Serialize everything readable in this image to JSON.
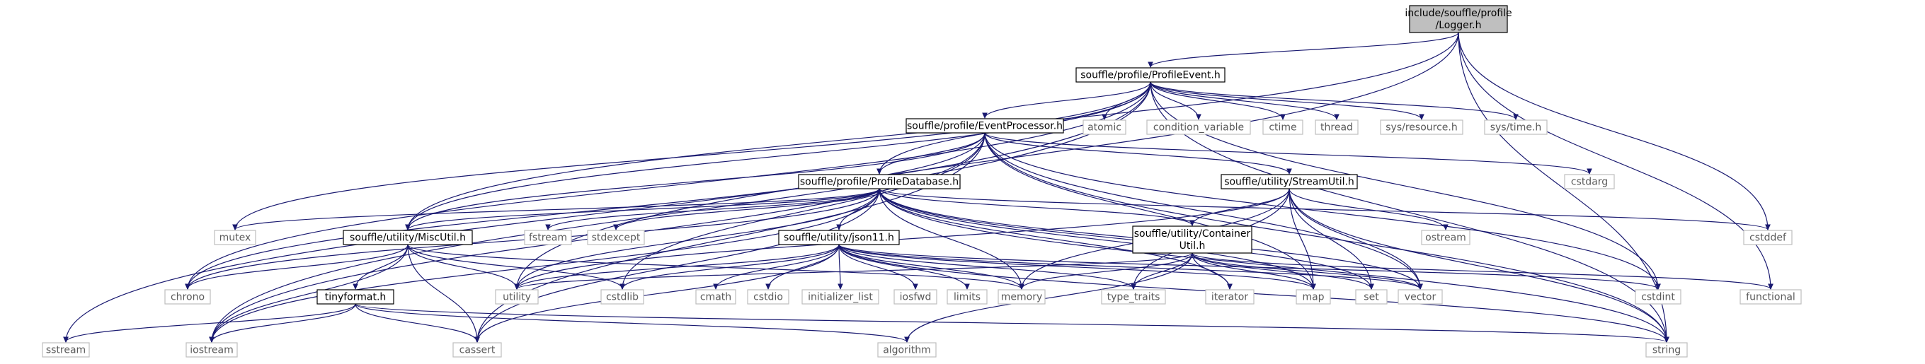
{
  "colors": {
    "edge": "#191970",
    "root_fill": "#bfbfbf",
    "internal_fill": "#ffffff",
    "internal_border": "#000000",
    "external_border": "#bfbfbf",
    "text_dark": "#000000",
    "text_light": "#5a5a5a"
  },
  "nodes": [
    {
      "id": "logger",
      "kind": "root",
      "lines": [
        "include/souffle/profile",
        "/Logger.h"
      ]
    },
    {
      "id": "profileevent",
      "kind": "internal",
      "lines": [
        "souffle/profile/ProfileEvent.h"
      ]
    },
    {
      "id": "eventprocessor",
      "kind": "internal",
      "lines": [
        "souffle/profile/EventProcessor.h"
      ]
    },
    {
      "id": "profiledatabase",
      "kind": "internal",
      "lines": [
        "souffle/profile/ProfileDatabase.h"
      ]
    },
    {
      "id": "streamutil",
      "kind": "internal",
      "lines": [
        "souffle/utility/StreamUtil.h"
      ]
    },
    {
      "id": "miscutil",
      "kind": "internal",
      "lines": [
        "souffle/utility/MiscUtil.h"
      ]
    },
    {
      "id": "json11",
      "kind": "internal",
      "lines": [
        "souffle/utility/json11.h"
      ]
    },
    {
      "id": "containerutil",
      "kind": "internal",
      "lines": [
        "souffle/utility/Container",
        "Util.h"
      ]
    },
    {
      "id": "tinyformat",
      "kind": "internal",
      "lines": [
        "tinyformat.h"
      ]
    },
    {
      "id": "atomic",
      "kind": "external",
      "lines": [
        "atomic"
      ]
    },
    {
      "id": "condition_variable",
      "kind": "external",
      "lines": [
        "condition_variable"
      ]
    },
    {
      "id": "ctime",
      "kind": "external",
      "lines": [
        "ctime"
      ]
    },
    {
      "id": "thread",
      "kind": "external",
      "lines": [
        "thread"
      ]
    },
    {
      "id": "sysresource",
      "kind": "external",
      "lines": [
        "sys/resource.h"
      ]
    },
    {
      "id": "systime",
      "kind": "external",
      "lines": [
        "sys/time.h"
      ]
    },
    {
      "id": "cstdarg",
      "kind": "external",
      "lines": [
        "cstdarg"
      ]
    },
    {
      "id": "mutex",
      "kind": "external",
      "lines": [
        "mutex"
      ]
    },
    {
      "id": "fstream",
      "kind": "external",
      "lines": [
        "fstream"
      ]
    },
    {
      "id": "stdexcept",
      "kind": "external",
      "lines": [
        "stdexcept"
      ]
    },
    {
      "id": "ostream",
      "kind": "external",
      "lines": [
        "ostream"
      ]
    },
    {
      "id": "cstddef",
      "kind": "external",
      "lines": [
        "cstddef"
      ]
    },
    {
      "id": "chrono",
      "kind": "external",
      "lines": [
        "chrono"
      ]
    },
    {
      "id": "utility",
      "kind": "external",
      "lines": [
        "utility"
      ]
    },
    {
      "id": "cstdlib",
      "kind": "external",
      "lines": [
        "cstdlib"
      ]
    },
    {
      "id": "cmath",
      "kind": "external",
      "lines": [
        "cmath"
      ]
    },
    {
      "id": "cstdio",
      "kind": "external",
      "lines": [
        "cstdio"
      ]
    },
    {
      "id": "initializer_list",
      "kind": "external",
      "lines": [
        "initializer_list"
      ]
    },
    {
      "id": "iosfwd",
      "kind": "external",
      "lines": [
        "iosfwd"
      ]
    },
    {
      "id": "limits",
      "kind": "external",
      "lines": [
        "limits"
      ]
    },
    {
      "id": "memory",
      "kind": "external",
      "lines": [
        "memory"
      ]
    },
    {
      "id": "type_traits",
      "kind": "external",
      "lines": [
        "type_traits"
      ]
    },
    {
      "id": "iterator",
      "kind": "external",
      "lines": [
        "iterator"
      ]
    },
    {
      "id": "map",
      "kind": "external",
      "lines": [
        "map"
      ]
    },
    {
      "id": "set",
      "kind": "external",
      "lines": [
        "set"
      ]
    },
    {
      "id": "vector",
      "kind": "external",
      "lines": [
        "vector"
      ]
    },
    {
      "id": "cstdint",
      "kind": "external",
      "lines": [
        "cstdint"
      ]
    },
    {
      "id": "functional",
      "kind": "external",
      "lines": [
        "functional"
      ]
    },
    {
      "id": "sstream",
      "kind": "external",
      "lines": [
        "sstream"
      ]
    },
    {
      "id": "iostream",
      "kind": "external",
      "lines": [
        "iostream"
      ]
    },
    {
      "id": "cassert",
      "kind": "external",
      "lines": [
        "cassert"
      ]
    },
    {
      "id": "algorithm",
      "kind": "external",
      "lines": [
        "algorithm"
      ]
    },
    {
      "id": "string",
      "kind": "external",
      "lines": [
        "string"
      ]
    }
  ],
  "edges": [
    [
      "logger",
      "profileevent"
    ],
    [
      "logger",
      "utility"
    ],
    [
      "logger",
      "miscutil"
    ],
    [
      "logger",
      "cstddef"
    ],
    [
      "logger",
      "functional"
    ],
    [
      "logger",
      "string"
    ],
    [
      "profileevent",
      "eventprocessor"
    ],
    [
      "profileevent",
      "profiledatabase"
    ],
    [
      "profileevent",
      "miscutil"
    ],
    [
      "profileevent",
      "atomic"
    ],
    [
      "profileevent",
      "condition_variable"
    ],
    [
      "profileevent",
      "ctime"
    ],
    [
      "profileevent",
      "thread"
    ],
    [
      "profileevent",
      "sysresource"
    ],
    [
      "profileevent",
      "systime"
    ],
    [
      "profileevent",
      "chrono"
    ],
    [
      "profileevent",
      "cstdint"
    ],
    [
      "profileevent",
      "sstream"
    ],
    [
      "profileevent",
      "iostream"
    ],
    [
      "profileevent",
      "mutex"
    ],
    [
      "profileevent",
      "string"
    ],
    [
      "eventprocessor",
      "profiledatabase"
    ],
    [
      "eventprocessor",
      "streamutil"
    ],
    [
      "eventprocessor",
      "miscutil"
    ],
    [
      "eventprocessor",
      "cstdarg"
    ],
    [
      "eventprocessor",
      "chrono"
    ],
    [
      "eventprocessor",
      "cstdint"
    ],
    [
      "eventprocessor",
      "iostream"
    ],
    [
      "eventprocessor",
      "cstdlib"
    ],
    [
      "eventprocessor",
      "cassert"
    ],
    [
      "eventprocessor",
      "map"
    ],
    [
      "eventprocessor",
      "vector"
    ],
    [
      "eventprocessor",
      "string"
    ],
    [
      "profiledatabase",
      "json11"
    ],
    [
      "profiledatabase",
      "containerutil"
    ],
    [
      "profiledatabase",
      "miscutil"
    ],
    [
      "profiledatabase",
      "mutex"
    ],
    [
      "profiledatabase",
      "fstream"
    ],
    [
      "profiledatabase",
      "stdexcept"
    ],
    [
      "profiledatabase",
      "chrono"
    ],
    [
      "profiledatabase",
      "cassert"
    ],
    [
      "profiledatabase",
      "cstddef"
    ],
    [
      "profiledatabase",
      "iostream"
    ],
    [
      "profiledatabase",
      "map"
    ],
    [
      "profiledatabase",
      "memory"
    ],
    [
      "profiledatabase",
      "set"
    ],
    [
      "profiledatabase",
      "vector"
    ],
    [
      "profiledatabase",
      "iterator"
    ],
    [
      "profiledatabase",
      "utility"
    ],
    [
      "profiledatabase",
      "string"
    ],
    [
      "streamutil",
      "containerutil"
    ],
    [
      "streamutil",
      "ostream"
    ],
    [
      "streamutil",
      "map"
    ],
    [
      "streamutil",
      "set"
    ],
    [
      "streamutil",
      "vector"
    ],
    [
      "streamutil",
      "memory"
    ],
    [
      "streamutil",
      "type_traits"
    ],
    [
      "streamutil",
      "utility"
    ],
    [
      "streamutil",
      "string"
    ],
    [
      "miscutil",
      "tinyformat"
    ],
    [
      "miscutil",
      "chrono"
    ],
    [
      "miscutil",
      "utility"
    ],
    [
      "miscutil",
      "cstdlib"
    ],
    [
      "miscutil",
      "iostream"
    ],
    [
      "miscutil",
      "cassert"
    ],
    [
      "miscutil",
      "memory"
    ],
    [
      "json11",
      "cmath"
    ],
    [
      "json11",
      "cstdio"
    ],
    [
      "json11",
      "initializer_list"
    ],
    [
      "json11",
      "iosfwd"
    ],
    [
      "json11",
      "limits"
    ],
    [
      "json11",
      "memory"
    ],
    [
      "json11",
      "type_traits"
    ],
    [
      "json11",
      "map"
    ],
    [
      "json11",
      "cstdint"
    ],
    [
      "json11",
      "utility"
    ],
    [
      "json11",
      "cstdlib"
    ],
    [
      "json11",
      "cassert"
    ],
    [
      "json11",
      "vector"
    ],
    [
      "json11",
      "string"
    ],
    [
      "containerutil",
      "type_traits"
    ],
    [
      "containerutil",
      "iterator"
    ],
    [
      "containerutil",
      "map"
    ],
    [
      "containerutil",
      "set"
    ],
    [
      "containerutil",
      "vector"
    ],
    [
      "containerutil",
      "functional"
    ],
    [
      "containerutil",
      "memory"
    ],
    [
      "containerutil",
      "algorithm"
    ],
    [
      "containerutil",
      "utility"
    ],
    [
      "tinyformat",
      "sstream"
    ],
    [
      "tinyformat",
      "iostream"
    ],
    [
      "tinyformat",
      "cassert"
    ],
    [
      "tinyformat",
      "algorithm"
    ],
    [
      "tinyformat",
      "string"
    ]
  ]
}
